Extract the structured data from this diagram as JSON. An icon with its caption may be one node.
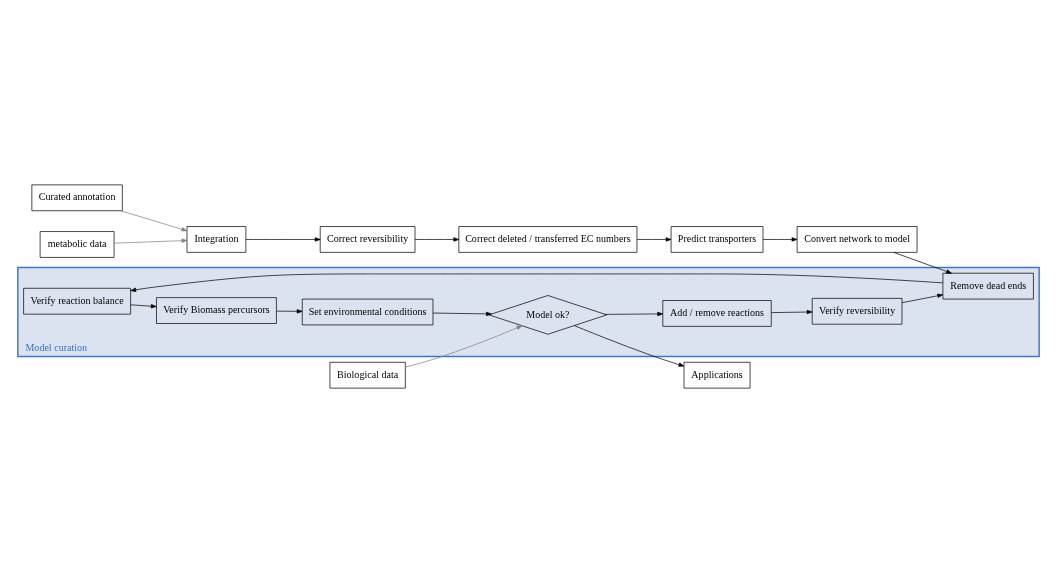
{
  "diagram": {
    "nodes": [
      {
        "text": [
          "Curated annotation"
        ]
      },
      {
        "text": [
          "metabolic data"
        ]
      },
      {
        "text": [
          "Integration"
        ]
      },
      {
        "text": [
          "Correct reversibility"
        ]
      },
      {
        "text": [
          "Correct deleted / transferred EC numbers"
        ]
      },
      {
        "text": [
          "Predict transporters"
        ]
      },
      {
        "text": [
          "Convert network to model"
        ]
      },
      {
        "text": [
          "Model curation"
        ]
      },
      {
        "text": [
          "Verify reaction balance"
        ],
        "in": 7
      },
      {
        "text": [
          "Verify Biomass percursors"
        ],
        "in": 7
      },
      {
        "text": [
          "Set environmental conditions"
        ],
        "in": 7
      },
      {
        "text": [
          "Model ok?"
        ],
        "in": 7
      },
      {
        "text": [
          "Add / remove reactions"
        ],
        "in": 7
      },
      {
        "text": [
          "Verify reversibility"
        ],
        "in": 7
      },
      {
        "text": [
          "Remove dead ends"
        ],
        "in": 7
      },
      {
        "text": [
          "Biological data"
        ]
      },
      {
        "text": [
          "Applications"
        ]
      }
    ],
    "edges": [
      {
        "from": 0,
        "to": 2,
        "arrow": "to",
        "color": "#808080"
      },
      {
        "from": 1,
        "to": 2,
        "arrow": "to",
        "color": "#808080"
      },
      {
        "from": 2,
        "to": 3,
        "arrow": "to"
      },
      {
        "from": 3,
        "to": 4,
        "arrow": "to"
      },
      {
        "from": 4,
        "to": 5,
        "arrow": "to"
      },
      {
        "from": 5,
        "to": 6,
        "arrow": "to"
      },
      {
        "from": 6,
        "to": 14,
        "arrow": "to"
      },
      {
        "from": 14,
        "to": 8,
        "arrow": "to"
      },
      {
        "from": 8,
        "to": 9,
        "arrow": "to"
      },
      {
        "from": 9,
        "to": 10,
        "arrow": "to"
      },
      {
        "from": 10,
        "to": 11,
        "arrow": "to"
      },
      {
        "from": 15,
        "to": 11,
        "arrow": "to",
        "color": "#808080"
      },
      {
        "from": 11,
        "to": 16,
        "arrow": "to"
      },
      {
        "from": 11,
        "to": 12,
        "arrow": "to"
      },
      {
        "from": 12,
        "to": 13,
        "arrow": "to"
      },
      {
        "from": 13,
        "to": 14,
        "arrow": "to"
      }
    ]
  }
}
